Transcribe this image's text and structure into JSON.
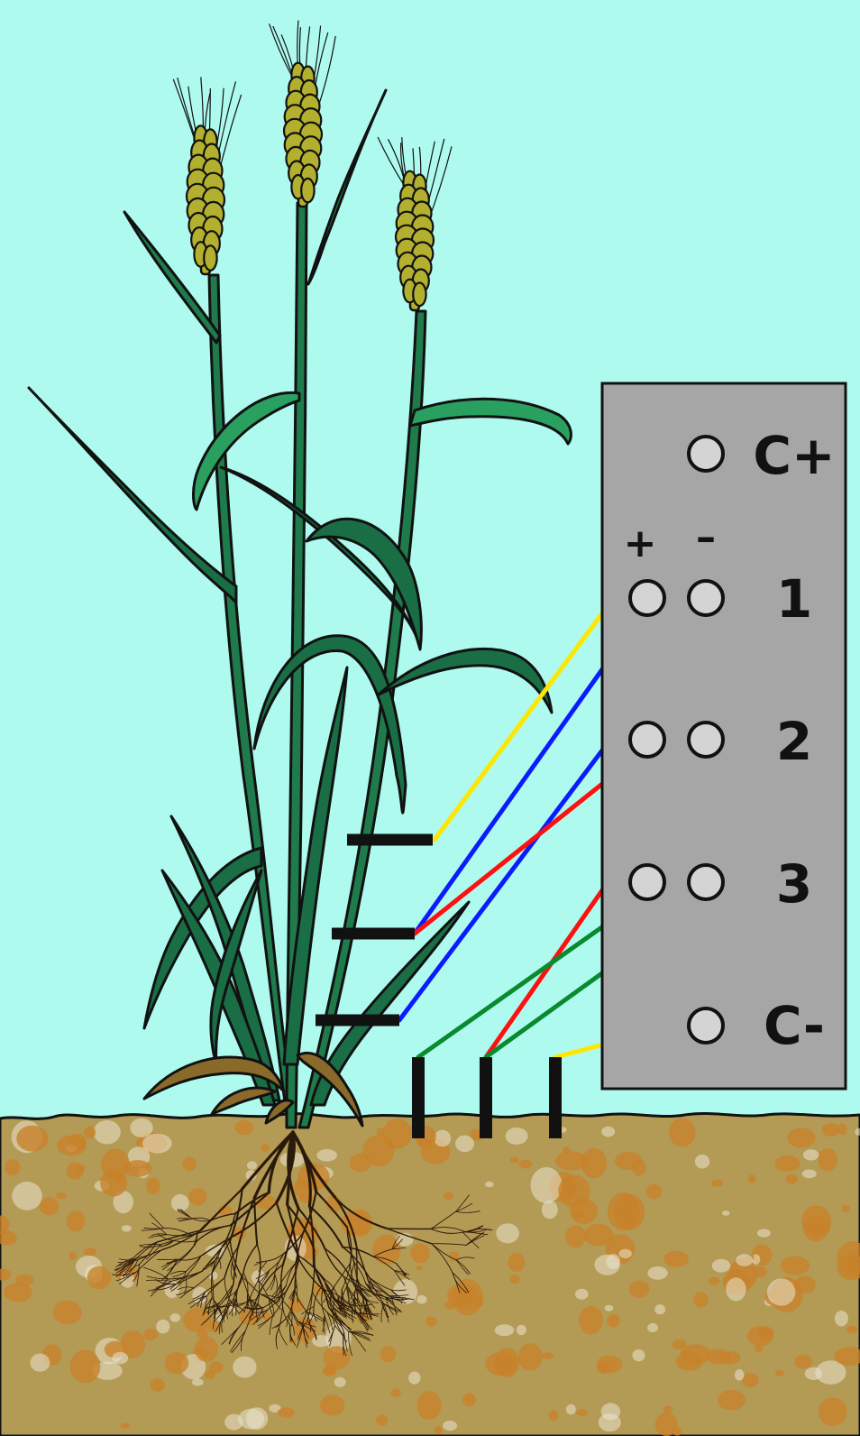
{
  "background_color": "#aefaee",
  "soil": {
    "base_color": "#b39a55",
    "speck_color": "#c8822a",
    "light_color": "#e9e3cf"
  },
  "panel": {
    "color": "#a6a6a6",
    "labels": {
      "c_plus": "C+",
      "c_minus": "C-",
      "plus": "+",
      "minus": "–",
      "row1": "1",
      "row2": "2",
      "row3": "3"
    }
  },
  "wires": [
    {
      "name": "c-plus-to-upper-leaf",
      "color": "#ffe600"
    },
    {
      "name": "one-plus-to-middle-leaf",
      "color": "#0a1cff"
    },
    {
      "name": "one-minus-to-lower-leaf",
      "color": "#0a1cff"
    },
    {
      "name": "two-plus-to-middle-leaf",
      "color": "#ff1010"
    },
    {
      "name": "two-minus-to-probe-2",
      "color": "#ff1010"
    },
    {
      "name": "three-plus-to-probe-1",
      "color": "#0a8a2e"
    },
    {
      "name": "three-minus-to-probe-2",
      "color": "#0a8a2e"
    },
    {
      "name": "c-minus-to-probe-3",
      "color": "#ffe600"
    }
  ],
  "plant": {
    "leaf_color": "#1f7a4c",
    "leaf_light": "#2aa060",
    "ear_color": "#b3b030",
    "root_color": "#2b1a0a"
  }
}
